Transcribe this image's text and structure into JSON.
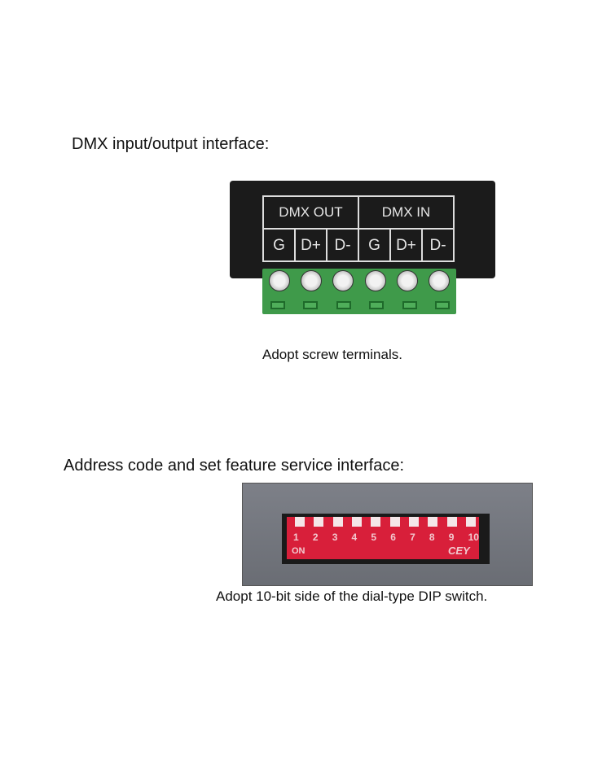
{
  "section1": {
    "heading": "DMX input/output interface:",
    "caption": "Adopt screw terminals.",
    "groups": [
      "DMX OUT",
      "DMX IN"
    ],
    "pins": [
      "G",
      "D+",
      "D-",
      "G",
      "D+",
      "D-"
    ]
  },
  "section2": {
    "heading": "Address code and set feature service interface:",
    "caption": "Adopt 10-bit side of the dial-type DIP switch.",
    "switch_numbers": [
      "1",
      "2",
      "3",
      "4",
      "5",
      "6",
      "7",
      "8",
      "9",
      "10"
    ],
    "on_label": "ON",
    "brand": "CEY"
  }
}
